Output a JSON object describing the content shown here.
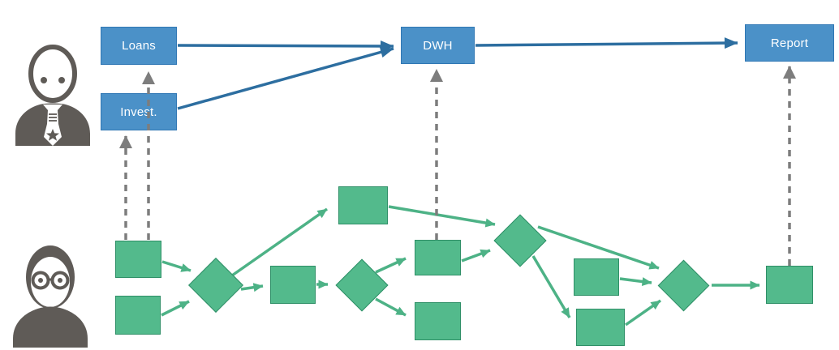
{
  "diagram": {
    "business_layer": {
      "nodes": [
        {
          "id": "loans",
          "label": "Loans",
          "type": "business-object"
        },
        {
          "id": "invest",
          "label": "Invest.",
          "type": "business-object"
        },
        {
          "id": "dwh",
          "label": "DWH",
          "type": "business-object"
        },
        {
          "id": "report",
          "label": "Report",
          "type": "business-object"
        }
      ],
      "edges": [
        {
          "from": "invest",
          "to": "dwh"
        },
        {
          "from": "loans",
          "to": "dwh"
        },
        {
          "from": "dwh",
          "to": "report"
        }
      ]
    },
    "technical_layer": {
      "nodes": [
        {
          "id": "t1",
          "type": "table"
        },
        {
          "id": "t2",
          "type": "table"
        },
        {
          "id": "j1",
          "type": "transform"
        },
        {
          "id": "t3",
          "type": "table"
        },
        {
          "id": "t4",
          "type": "table"
        },
        {
          "id": "j2",
          "type": "transform"
        },
        {
          "id": "t5",
          "type": "table"
        },
        {
          "id": "t6",
          "type": "table"
        },
        {
          "id": "j3",
          "type": "transform"
        },
        {
          "id": "t7",
          "type": "table"
        },
        {
          "id": "t8",
          "type": "table"
        },
        {
          "id": "j4",
          "type": "transform"
        },
        {
          "id": "t9",
          "type": "table"
        }
      ],
      "edges": [
        {
          "from": "t1",
          "to": "j1"
        },
        {
          "from": "t2",
          "to": "j1"
        },
        {
          "from": "j1",
          "to": "t4"
        },
        {
          "from": "j1",
          "to": "t3"
        },
        {
          "from": "t3",
          "to": "j2"
        },
        {
          "from": "j2",
          "to": "t5"
        },
        {
          "from": "j2",
          "to": "t6"
        },
        {
          "from": "t4",
          "to": "j3"
        },
        {
          "from": "t5",
          "to": "j3"
        },
        {
          "from": "j3",
          "to": "t8"
        },
        {
          "from": "j3",
          "to": "j4"
        },
        {
          "from": "t7",
          "to": "j4"
        },
        {
          "from": "t8",
          "to": "j4"
        },
        {
          "from": "j4",
          "to": "t9"
        }
      ]
    },
    "trace_links": [
      {
        "from": "t1",
        "to": "invest"
      },
      {
        "from": "t1",
        "to": "loans"
      },
      {
        "from": "t5",
        "to": "dwh"
      },
      {
        "from": "t9",
        "to": "report"
      }
    ],
    "personas": [
      {
        "icon": "businessman-icon",
        "layer": "business"
      },
      {
        "icon": "person-glasses-icon",
        "layer": "technical"
      }
    ],
    "colors": {
      "business_node_fill": "#4B91C8",
      "business_node_border": "#3077B4",
      "business_edge": "#2D6EA0",
      "technical_node_fill": "#53BA8C",
      "technical_node_border": "#2F8F67",
      "technical_edge": "#4DB286",
      "trace_edge": "#7D7D7D",
      "persona_icon": "#5F5B57",
      "background": "#FFFFFF",
      "label_text": "#FFFFFF"
    }
  }
}
